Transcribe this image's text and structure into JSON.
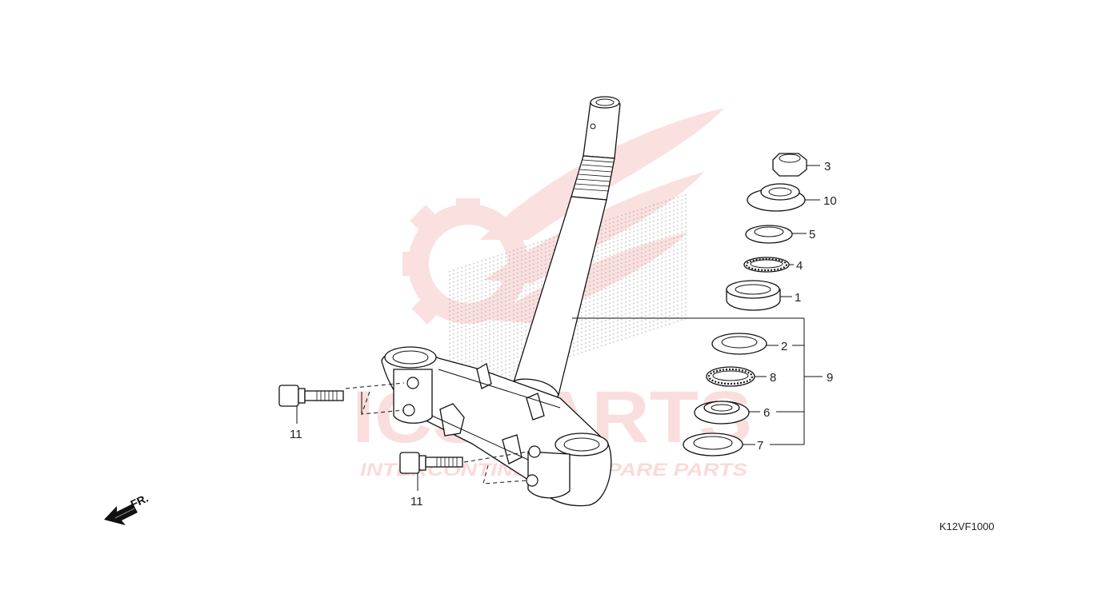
{
  "watermark": {
    "brand": "ICSPARTS",
    "tagline": "INTERCONTINENTAL SPARE PARTS",
    "color": "#e53935"
  },
  "callouts": {
    "p1": "1",
    "p2": "2",
    "p3": "3",
    "p4": "4",
    "p5": "5",
    "p6": "6",
    "p7": "7",
    "p8": "8",
    "p9": "9",
    "p10": "10",
    "p11a": "11",
    "p11b": "11"
  },
  "front_arrow": {
    "label": "FR.",
    "icon": "front-direction-arrow-icon"
  },
  "diagram_code": "K12VF1000"
}
